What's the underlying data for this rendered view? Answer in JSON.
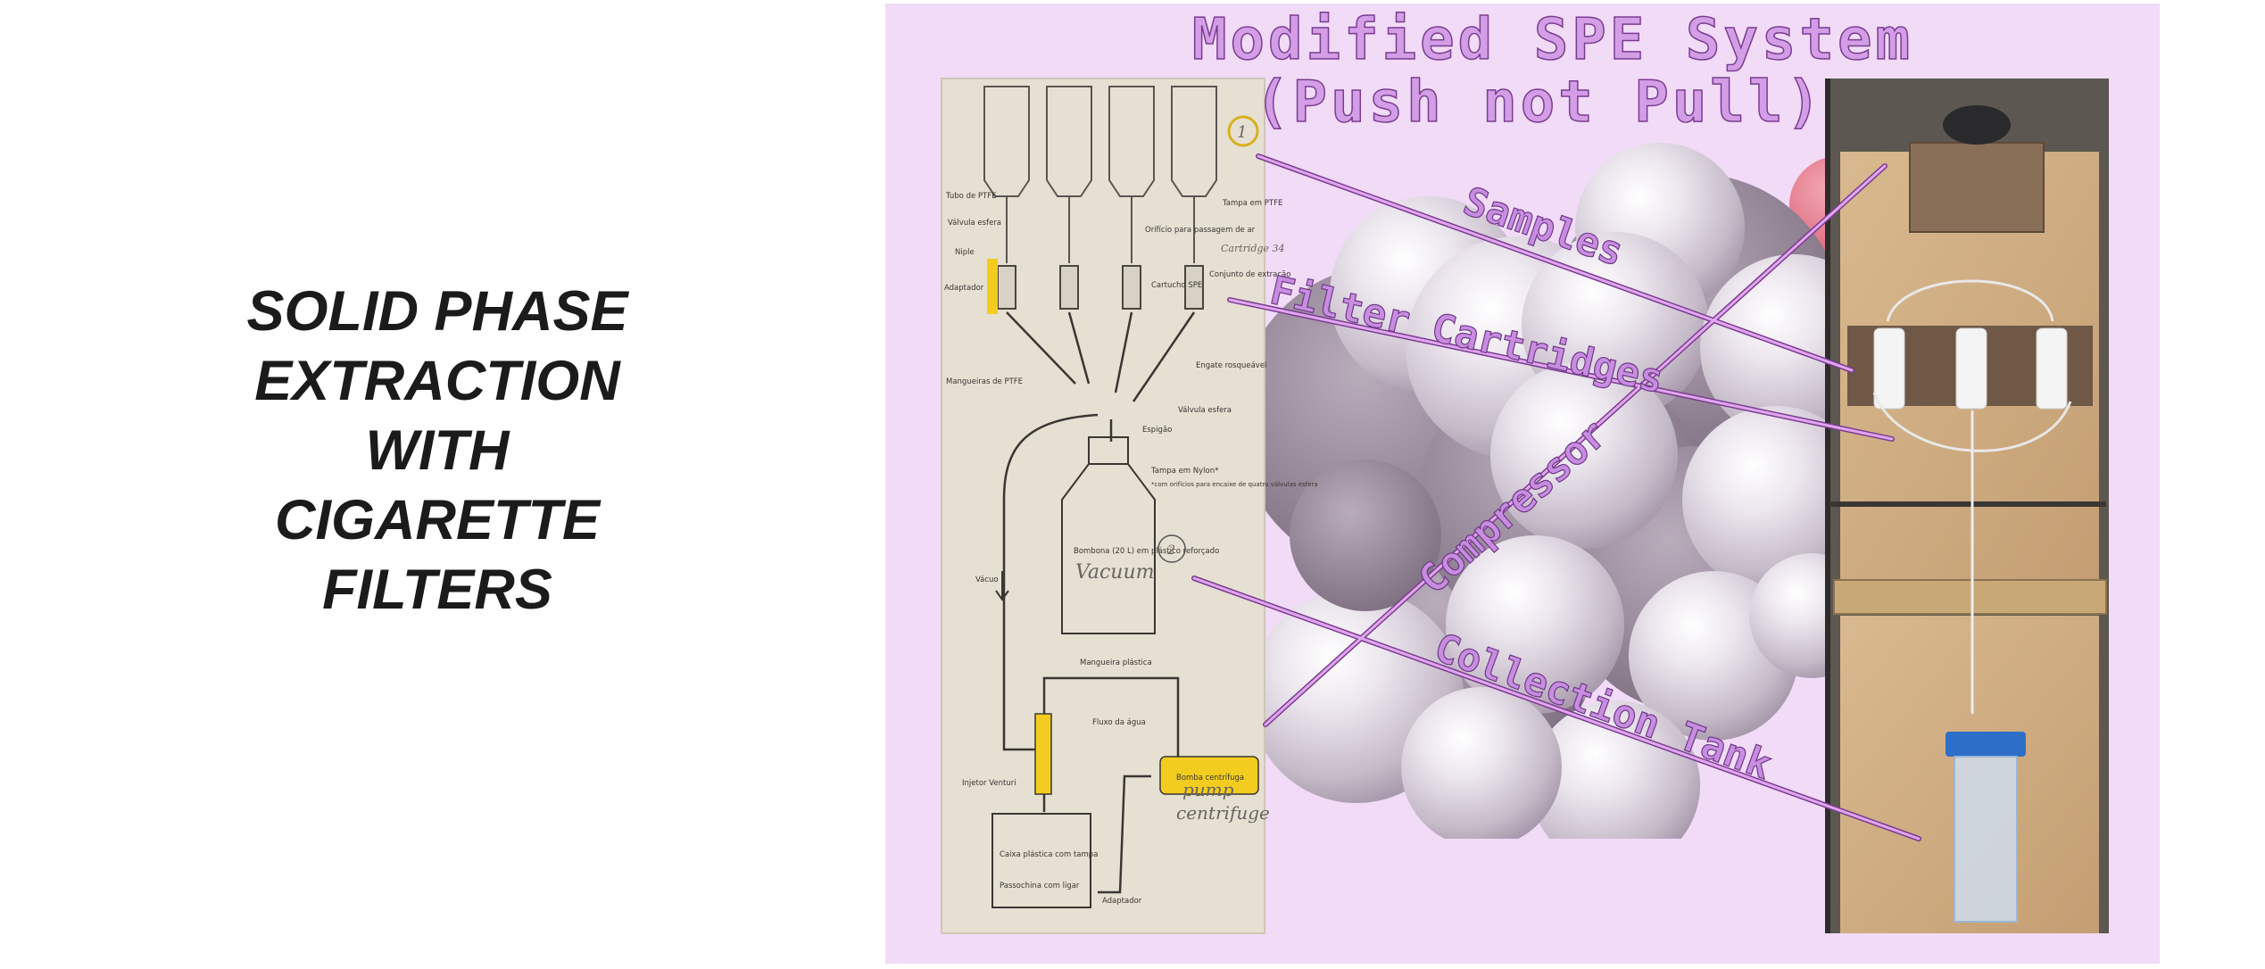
{
  "left_title": {
    "lines": [
      "SOLID PHASE",
      "EXTRACTION",
      "WITH",
      "CIGARETTE",
      "FILTERS"
    ]
  },
  "slide": {
    "title_line1": "Modified SPE System",
    "title_line2": "(Push not Pull)",
    "colors": {
      "panel_background": "#f1dbf7",
      "heading_fill": "#d39ee6",
      "heading_outline": "#7a3d91",
      "callout_fill": "#c88de0",
      "highlight_yellow": "#f2cd1f"
    },
    "callouts": [
      {
        "label": "Samples"
      },
      {
        "label": "Filter Cartridges"
      },
      {
        "label": "Compressor"
      },
      {
        "label": "Collection Tank"
      }
    ]
  },
  "schematic": {
    "labels": {
      "tubo": "Tubo de PTFE",
      "valvula": "Válvula esfera",
      "niple": "Niple",
      "adaptador": "Adaptador",
      "mangueiras": "Mangueiras de PTFE",
      "orificio": "Orifício para passagem de ar",
      "tampa_ptfe": "Tampa em PTFE",
      "conjunto": "Conjunto de extração",
      "cartucho": "Cartucho SPE",
      "engate": "Engate rosqueável",
      "valvula_esfera": "Válvula esfera",
      "espigao": "Espigão",
      "tampa_nylon": "Tampa em Nylon*",
      "nota": "*com orifícios para encaixe de quatro válvulas esfera",
      "bombona": "Bombona (20 L) em plástico reforçado",
      "vacuo": "Vácuo",
      "mangueira_plastica": "Mangueira plástica",
      "injetor": "Injetor Venturi",
      "caixa": "Caixa plástica com tampa",
      "passochina": "Passochina com ligar",
      "adaptador2": "Adaptador",
      "bomba": "Bomba centrífuga",
      "fluxo": "Fluxo da água"
    },
    "handwriting": {
      "marker_1": "1",
      "marker_2": "2",
      "vacuum": "Vacuum",
      "pump": "pump",
      "centrifuge": "centrifuge",
      "cartridge_note": "Cartridge 34"
    }
  }
}
